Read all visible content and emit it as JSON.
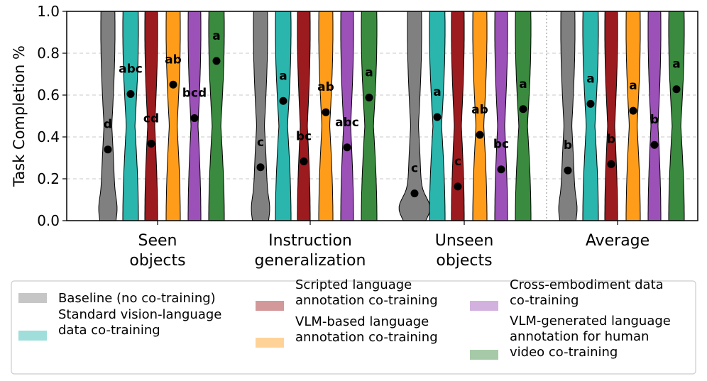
{
  "chart_data": {
    "type": "violin",
    "ylabel": "Task Completion %",
    "ylim": [
      0.0,
      1.0
    ],
    "yticks": [
      "0.0",
      "0.2",
      "0.4",
      "0.6",
      "0.8",
      "1.0"
    ],
    "grid": "horizontal dashed",
    "group_labels": [
      [
        "Seen",
        "objects"
      ],
      [
        "Instruction",
        "generalization"
      ],
      [
        "Unseen",
        "objects"
      ],
      [
        "Average"
      ]
    ],
    "legend_position": "bottom",
    "series": [
      {
        "name": "Baseline (no co-training)",
        "color": "#808080",
        "legend_lines": [
          "Baseline (no co-training)"
        ],
        "means": [
          0.34,
          0.255,
          0.13,
          0.24
        ],
        "letters": [
          "d",
          "c",
          "c",
          "b"
        ]
      },
      {
        "name": "Standard vision-language data co-training",
        "color": "#2ab5ad",
        "legend_lines": [
          "Standard vision-language",
          "data co-training"
        ],
        "means": [
          0.605,
          0.572,
          0.495,
          0.558
        ],
        "letters": [
          "abc",
          "a",
          "a",
          "a"
        ]
      },
      {
        "name": "Scripted language annotation co-training",
        "color": "#9b1b1f",
        "legend_lines": [
          "Scripted language",
          "annotation co-training"
        ],
        "means": [
          0.368,
          0.283,
          0.163,
          0.27
        ],
        "letters": [
          "cd",
          "bc",
          "c",
          "b"
        ]
      },
      {
        "name": "VLM-based language annotation co-training",
        "color": "#ff9d1a",
        "legend_lines": [
          "VLM-based language",
          "annotation co-training"
        ],
        "means": [
          0.65,
          0.518,
          0.41,
          0.525
        ],
        "letters": [
          "ab",
          "ab",
          "ab",
          "a"
        ]
      },
      {
        "name": "Cross-embodiment data co-training",
        "color": "#9b51b8",
        "legend_lines": [
          "Cross-embodiment data",
          "co-training"
        ],
        "means": [
          0.49,
          0.35,
          0.245,
          0.362
        ],
        "letters": [
          "bcd",
          "abc",
          "bc",
          "b"
        ]
      },
      {
        "name": "VLM-generated language annotation for human video co-training",
        "color": "#3a8a3f",
        "legend_lines": [
          "VLM-generated language",
          "annotation for human",
          "video co-training"
        ],
        "means": [
          0.763,
          0.588,
          0.533,
          0.628
        ],
        "letters": [
          "a",
          "a",
          "a",
          "a"
        ]
      }
    ]
  }
}
